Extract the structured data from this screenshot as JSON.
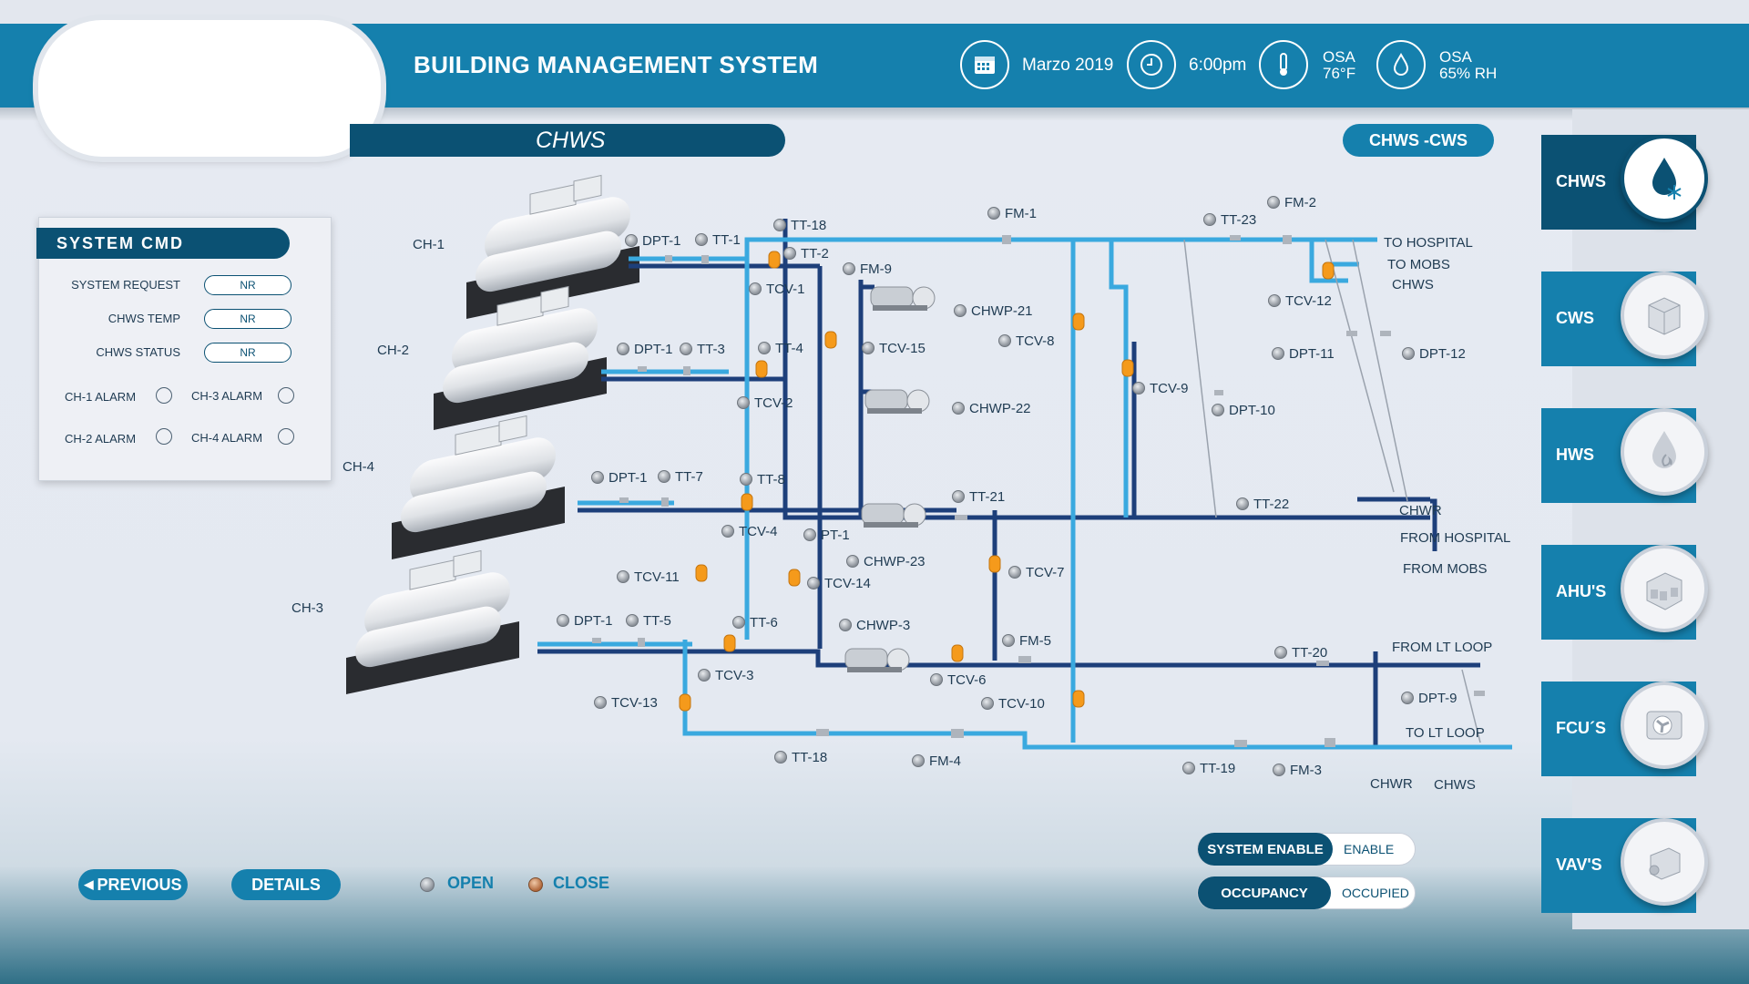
{
  "header": {
    "title": "BUILDING MANAGEMENT SYSTEM",
    "date": "Marzo 2019",
    "time": "6:00pm",
    "osa_temp_label": "OSA",
    "osa_temp_value": "76°F",
    "osa_rh_label": "OSA",
    "osa_rh_value": "65% RH"
  },
  "subtitle": "CHWS",
  "view_toggle_label": "CHWS -CWS",
  "system_cmd": {
    "title": "SYSTEM CMD",
    "rows": [
      {
        "label": "SYSTEM REQUEST",
        "value": "NR"
      },
      {
        "label": "CHWS TEMP",
        "value": "NR"
      },
      {
        "label": "CHWS STATUS",
        "value": "NR"
      }
    ],
    "alarms": [
      "CH-1 ALARM",
      "CH-3 ALARM",
      "CH-2 ALARM",
      "CH-4 ALARM"
    ]
  },
  "nav": [
    {
      "label": "CHWS",
      "icon": "water-drop-snowflake-icon",
      "active": true
    },
    {
      "label": "CWS",
      "icon": "cooling-tower-icon",
      "active": false
    },
    {
      "label": "HWS",
      "icon": "flame-drop-icon",
      "active": false
    },
    {
      "label": "AHU'S",
      "icon": "air-handler-icon",
      "active": false
    },
    {
      "label": "FCU´S",
      "icon": "fan-coil-icon",
      "active": false
    },
    {
      "label": "VAV'S",
      "icon": "vav-box-icon",
      "active": false
    }
  ],
  "chillers": [
    "CH-1",
    "CH-2",
    "CH-4",
    "CH-3"
  ],
  "diagram_labels": {
    "dpt1_a": "DPT-1",
    "tt1": "TT-1",
    "tt18_top": "TT-18",
    "tt2": "TT-2",
    "fm9": "FM-9",
    "tcv1": "TCV-1",
    "fm1": "FM-1",
    "tt23": "TT-23",
    "fm2": "FM-2",
    "to_hospital": "TO HOSPITAL",
    "to_mobs": "TO MOBS",
    "chws_top": "CHWS",
    "tcv12": "TCV-12",
    "chwp21": "CHWP-21",
    "tcv8": "TCV-8",
    "dpt1_b": "DPT-1",
    "tt3": "TT-3",
    "tt4": "TT-4",
    "tcv15": "TCV-15",
    "dpt11": "DPT-11",
    "dpt12": "DPT-12",
    "tcv9": "TCV-9",
    "tcv2": "TCV-2",
    "chwp22": "CHWP-22",
    "dpt10": "DPT-10",
    "dpt1_c": "DPT-1",
    "tt7": "TT-7",
    "tt8": "TT-8",
    "tt21": "TT-21",
    "tt22": "TT-22",
    "chwr_top": "CHWR",
    "from_hospital": "FROM HOSPITAL",
    "tcv4": "TCV-4",
    "pt1": "PT-1",
    "chwp23": "CHWP-23",
    "tcv7": "TCV-7",
    "from_mobs": "FROM MOBS",
    "tcv11": "TCV-11",
    "tcv14": "TCV-14",
    "dpt1_d": "DPT-1",
    "tt5": "TT-5",
    "tt6": "TT-6",
    "chwp3": "CHWP-3",
    "fm5": "FM-5",
    "tt20": "TT-20",
    "from_lt_loop": "FROM LT LOOP",
    "tcv3": "TCV-3",
    "tcv6": "TCV-6",
    "tcv13": "TCV-13",
    "tcv10": "TCV-10",
    "dpt9": "DPT-9",
    "to_lt_loop": "TO LT LOOP",
    "tt18_bottom": "TT-18",
    "fm4": "FM-4",
    "tt19": "TT-19",
    "fm3": "FM-3",
    "chwr_bottom": "CHWR",
    "chws_bottom": "CHWS"
  },
  "bottom": {
    "previous_label": "PREVIOUS",
    "details_label": "DETAILS",
    "legend_open": "OPEN",
    "legend_close": "CLOSE",
    "system_enable_label": "SYSTEM ENABLE",
    "system_enable_value": "ENABLE",
    "occupancy_label": "OCCUPANCY",
    "occupancy_value": "OCCUPIED"
  },
  "colors": {
    "header_blue": "#1580ad",
    "dark_navy": "#0b5173",
    "supply_pipe": "#3aa9df",
    "return_pipe": "#1d3f7a",
    "valve_orange": "#f59a1b"
  }
}
